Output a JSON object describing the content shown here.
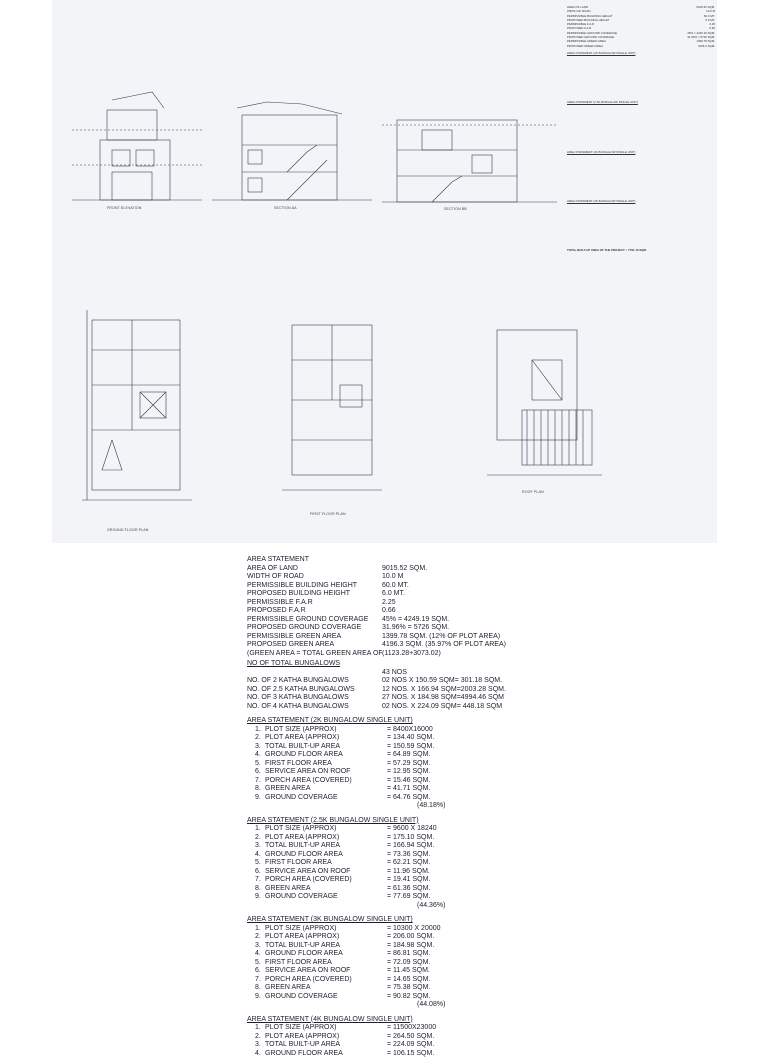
{
  "sheet": {
    "mini_table": {
      "rows": [
        [
          "AREA OF LAND",
          "9015.52 SQM."
        ],
        [
          "WIDTH OF ROAD",
          "10.0 M"
        ],
        [
          "PERMISSIBLE BUILDING HEIGHT",
          "60.0 MT."
        ],
        [
          "PROPOSED BUILDING HEIGHT",
          "6.0 MT."
        ],
        [
          "PERMISSIBLE F.A.R",
          "2.25"
        ],
        [
          "PROPOSED F.A.R",
          "0.66"
        ],
        [
          "PERMISSIBLE GROUND COVERAGE",
          "45% = 4249.19 SQM."
        ],
        [
          "PROPOSED GROUND COVERAGE",
          "31.96% = 5726 SQM."
        ],
        [
          "PERMISSIBLE GREEN AREA",
          "1399.78 SQM."
        ],
        [
          "PROPOSED GREEN AREA",
          "4196.3 SQM."
        ]
      ],
      "total": "TOTAL BUILT-UP AREA OF THE PROJECT = 7761.16 SQM."
    }
  },
  "doc": {
    "heading": "AREA STATEMENT",
    "general": [
      {
        "k": "AREA OF LAND",
        "v": "9015.52 SQM."
      },
      {
        "k": "WIDTH OF ROAD",
        "v": "10.0 M"
      },
      {
        "k": "PERMISSIBLE BUILDING HEIGHT",
        "v": "60.0 MT."
      },
      {
        "k": "PROPOSED BUILDING HEIGHT",
        "v": "6.0 MT."
      },
      {
        "k": "PERMISSIBLE F.A.R",
        "v": "2.25"
      },
      {
        "k": "PROPOSED F.A.R",
        "v": "0.66"
      },
      {
        "k": "PERMISSIBLE GROUND COVERAGE",
        "v": "45% = 4249.19 SQM."
      },
      {
        "k": "PROPOSED GROUND COVERAGE",
        "v": "31.96% = 5726 SQM."
      },
      {
        "k": "PERMISSIBLE GREEN AREA",
        "v": "1399.78 SQM. (12% OF PLOT AREA)"
      },
      {
        "k": "PROPOSED GREEN AREA",
        "v": "4196.3 SQM. (35.97% OF PLOT AREA)"
      },
      {
        "k": "(GREEN AREA = TOTAL GREEN AREA OF PLOTS)",
        "v": "(1123.28+3073.02)"
      }
    ],
    "bungalows_heading": "NO OF TOTAL BUNGALOWS",
    "bungalows": [
      {
        "k": "",
        "v": "43 NOS"
      },
      {
        "k": "NO. OF 2 KATHA BUNGALOWS",
        "v": "02 NOS X 150.59 SQM= 301.18 SQM."
      },
      {
        "k": "NO. OF 2.5 KATHA BUNGALOWS",
        "v": "12 NOS. X 166.94 SQM=2003.28 SQM."
      },
      {
        "k": "NO. OF 3 KATHA BUNGALOWS",
        "v": "27 NOS. X 184.98 SQM=4994.46 SQM"
      },
      {
        "k": "NO. OF 4 KATHA BUNGALOWS",
        "v": "02 NOS. X 224.09 SQM= 448.18 SQM"
      }
    ],
    "sections": [
      {
        "title": "AREA STATEMENT (2K BUNGALOW SINGLE UNIT)",
        "items": [
          [
            "1.",
            "PLOT SIZE (APPROX)",
            "= 8400X16000"
          ],
          [
            "2.",
            "PLOT AREA (APPROX)",
            "= 134.40 SQM."
          ],
          [
            "3.",
            "TOTAL BUILT-UP AREA",
            "= 150.59 SQM."
          ],
          [
            "4.",
            "GROUND FLOOR AREA",
            "= 64.89 SQM."
          ],
          [
            "5.",
            "FIRST FLOOR AREA",
            "= 57.29 SQM."
          ],
          [
            "6.",
            "SERVICE AREA ON ROOF",
            "= 12.95 SQM."
          ],
          [
            "7.",
            "PORCH AREA (COVERED)",
            "= 15.46 SQM."
          ],
          [
            "8.",
            "GREEN AREA",
            "= 41.71 SQM."
          ],
          [
            "9.",
            "GROUND COVERAGE",
            "= 64.76 SQM."
          ]
        ],
        "pct": "(48.18%)"
      },
      {
        "title": "AREA STATEMENT (2.5K BUNGALOW SINGLE UNIT)",
        "items": [
          [
            "1.",
            "PLOT SIZE (APPROX)",
            "= 9600 X 18240"
          ],
          [
            "2.",
            "PLOT AREA (APPROX)",
            "= 175.10 SQM."
          ],
          [
            "3.",
            "TOTAL BUILT-UP AREA",
            "= 166.94 SQM."
          ],
          [
            "4.",
            "GROUND FLOOR AREA",
            "= 73.36 SQM."
          ],
          [
            "5.",
            "FIRST FLOOR AREA",
            "= 62.21 SQM."
          ],
          [
            "6.",
            "SERVICE AREA ON ROOF",
            "= 11.96 SQM."
          ],
          [
            "7.",
            "PORCH AREA (COVERED)",
            "= 19.41 SQM."
          ],
          [
            "8.",
            "GREEN AREA",
            "= 61.36 SQM."
          ],
          [
            "9.",
            "GROUND COVERAGE",
            "= 77.69 SQM."
          ]
        ],
        "pct": "(44.36%)"
      },
      {
        "title": "AREA STATEMENT (3K BUNGALOW SINGLE UNIT)",
        "items": [
          [
            "1.",
            "PLOT SIZE (APPROX)",
            "= 10300 X 20000"
          ],
          [
            "2.",
            "PLOT AREA (APPROX)",
            "= 206.00 SQM."
          ],
          [
            "3.",
            "TOTAL BUILT-UP AREA",
            "= 184.98 SQM."
          ],
          [
            "4.",
            "GROUND FLOOR AREA",
            "= 86.81 SQM."
          ],
          [
            "5.",
            "FIRST FLOOR AREA",
            "= 72.09 SQM."
          ],
          [
            "6.",
            "SERVICE AREA ON ROOF",
            "= 11.45 SQM."
          ],
          [
            "7.",
            "PORCH AREA (COVERED)",
            "= 14.65 SQM."
          ],
          [
            "8.",
            "GREEN AREA",
            "= 75.38 SQM."
          ],
          [
            "9.",
            "GROUND COVERAGE",
            "= 90.82 SQM."
          ]
        ],
        "pct": "(44.08%)"
      },
      {
        "title": "AREA STATEMENT (4K BUNGALOW SINGLE UNIT)",
        "items": [
          [
            "1.",
            "PLOT SIZE (APPROX)",
            "= 11500X23000"
          ],
          [
            "2.",
            "PLOT AREA (APPROX)",
            "= 264.50 SQM."
          ],
          [
            "3.",
            "TOTAL BUILT-UP AREA",
            "= 224.09 SQM."
          ],
          [
            "4.",
            "GROUND FLOOR AREA",
            "= 106.15 SQM."
          ]
        ],
        "pct": ""
      }
    ]
  }
}
